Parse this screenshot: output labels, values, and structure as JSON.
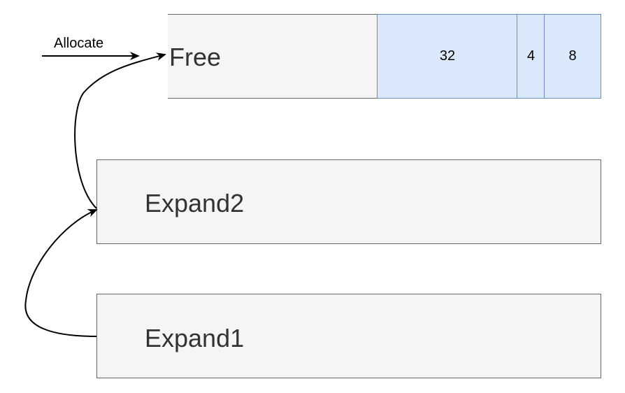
{
  "colors": {
    "box_fill": "#f5f5f5",
    "box_stroke": "#666666",
    "cell_fill": "#dae8fc",
    "cell_stroke": "#6c8ebf",
    "label_text": "#333333",
    "arrow": "#000000"
  },
  "free_block": {
    "label": "Free",
    "cells": [
      "32",
      "4",
      "8"
    ]
  },
  "expand2_block": {
    "label": "Expand2"
  },
  "expand1_block": {
    "label": "Expand1"
  },
  "allocate_arrow": {
    "label": "Allocate"
  }
}
